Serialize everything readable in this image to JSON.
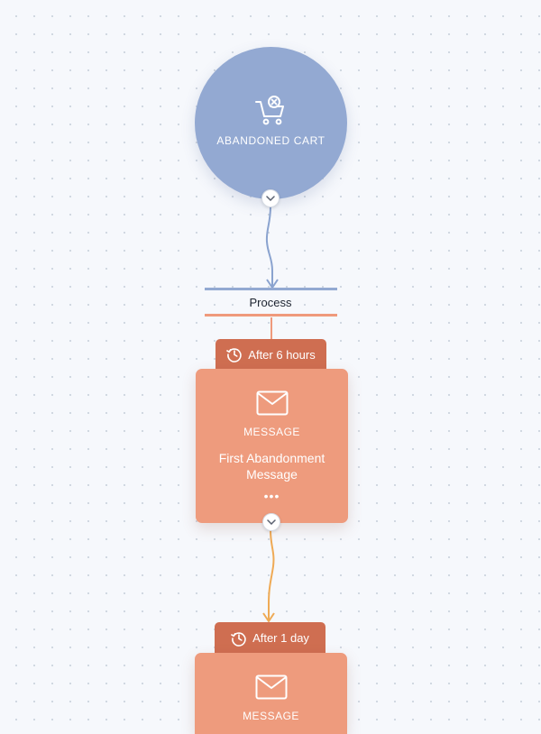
{
  "trigger": {
    "label": "ABANDONED CART",
    "icon": "cart-remove-icon",
    "color": "#93a9d2"
  },
  "process": {
    "label": "Process",
    "top_color": "#93a9d2",
    "bottom_color": "#ef9a7c"
  },
  "steps": [
    {
      "delay_label": "After 6 hours",
      "type_label": "MESSAGE",
      "title": "First Abandonment Message",
      "more_label": "•••",
      "connector_color": "#efaa55"
    },
    {
      "delay_label": "After 1 day",
      "type_label": "MESSAGE"
    }
  ],
  "colors": {
    "card": "#ee9b7d",
    "delay_header": "#cf6e51",
    "connector_blue": "#8aa3cf",
    "connector_orange": "#efaa55"
  }
}
